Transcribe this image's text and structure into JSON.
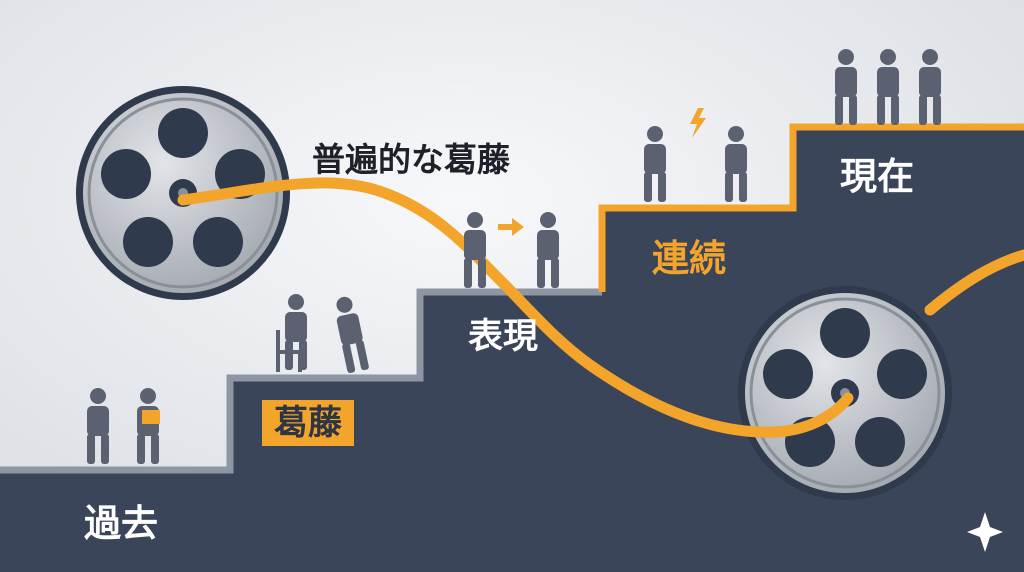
{
  "diagram": {
    "title": "普遍的な葛藤",
    "steps": [
      {
        "label": "過去"
      },
      {
        "label": "葛藤"
      },
      {
        "label": "表現"
      },
      {
        "label": "連続"
      },
      {
        "label": "現在"
      }
    ],
    "colors": {
      "background_light": "#f4f5f7",
      "background_dark": "#d7dbe0",
      "stair_fill": "#3b4559",
      "stair_edge": "#8e96a3",
      "accent_orange": "#f3a42a",
      "figure_gray": "#5b6170",
      "reel_light": "#c9ccd2",
      "reel_dark": "#2f3a4d"
    },
    "icons": [
      "film-reel-icon",
      "person-icon",
      "chair-icon",
      "arrow-right-icon",
      "lightning-icon",
      "sparkle-icon"
    ]
  }
}
